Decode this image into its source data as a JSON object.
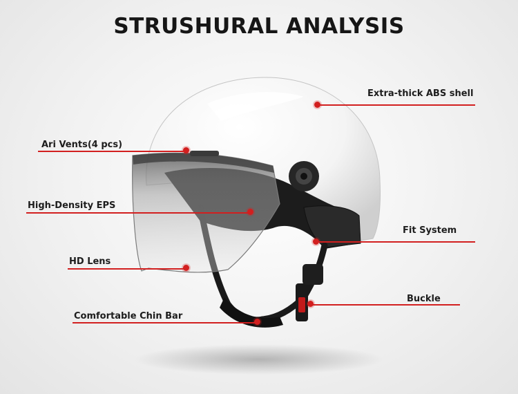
{
  "title": "STRUSHURAL ANALYSIS",
  "labels": {
    "abs_shell": "Extra-thick ABS shell",
    "air_vents": "Ari Vents(4 pcs)",
    "eps": "High-Density EPS",
    "fit_system": "Fit System",
    "hd_lens": "HD Lens",
    "buckle": "Buckle",
    "chin_bar": "Comfortable Chin Bar"
  },
  "colors": {
    "accent": "#d21f1f",
    "title": "#161616"
  }
}
